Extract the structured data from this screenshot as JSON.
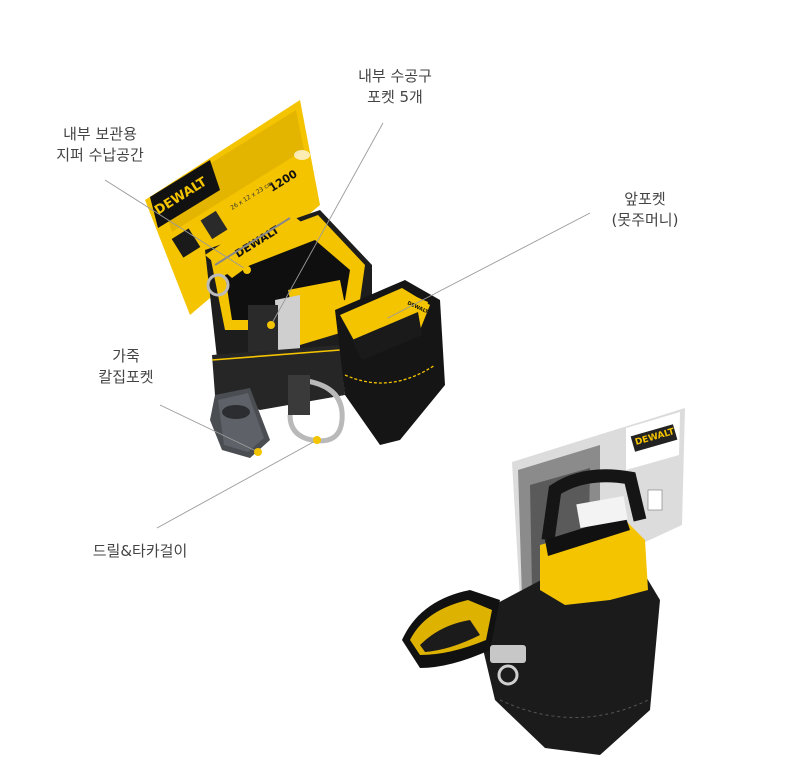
{
  "callouts": {
    "inner_tool_pocket": [
      "내부 수공구",
      "포켓 5개"
    ],
    "inner_zipper_storage": [
      "내부 보관용",
      "지퍼 수납공간"
    ],
    "front_pocket": [
      "앞포켓",
      "(못주머니)"
    ],
    "leather_knife_pocket": [
      "가죽",
      "칼집포켓"
    ],
    "drill_hammer_loop": [
      "드릴&타카걸이"
    ]
  },
  "product": {
    "brand": "DEWALT",
    "card_badge": "1200",
    "card_dims": "26 x 12 x 23 cm"
  },
  "colors": {
    "accent_yellow": "#f5c400",
    "bag_black": "#1d1d1d",
    "leader_gray": "#9a9a9a"
  }
}
